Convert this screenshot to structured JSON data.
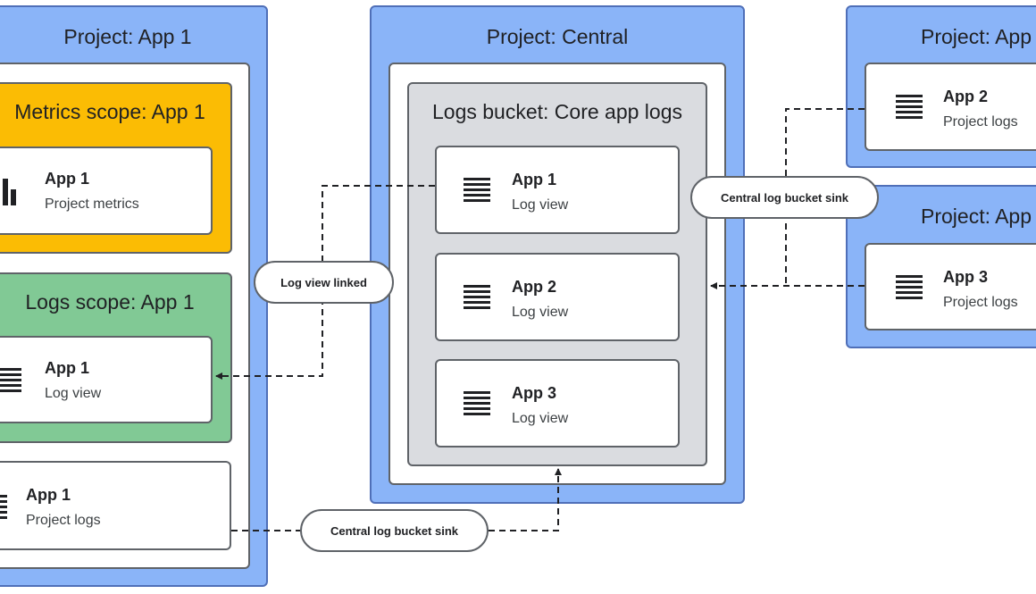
{
  "projects": {
    "app1": "Project: App 1",
    "central": "Project: Central",
    "app2": "Project: App",
    "app3": "Project: App"
  },
  "scopes": {
    "metrics": "Metrics scope: App 1",
    "logs": "Logs scope: App 1",
    "bucket": "Logs bucket: Core app logs"
  },
  "cards": {
    "metrics_app1": {
      "title": "App 1",
      "sub": "Project metrics"
    },
    "logs_app1": {
      "title": "App 1",
      "sub": "Log view"
    },
    "plogs_app1": {
      "title": "App 1",
      "sub": "Project logs"
    },
    "bucket_app1": {
      "title": "App 1",
      "sub": "Log view"
    },
    "bucket_app2": {
      "title": "App 2",
      "sub": "Log view"
    },
    "bucket_app3": {
      "title": "App 3",
      "sub": "Log view"
    },
    "plogs_app2": {
      "title": "App 2",
      "sub": "Project logs"
    },
    "plogs_app3": {
      "title": "App 3",
      "sub": "Project logs"
    }
  },
  "labels": {
    "log_view_linked": "Log view linked",
    "sink_bottom": "Central log bucket sink",
    "sink_right": "Central log bucket sink"
  },
  "icons": {
    "metrics": "bar-chart-icon",
    "logs": "log-lines-icon"
  },
  "colors": {
    "project": "#8ab4f8",
    "metrics_scope": "#fbbc04",
    "logs_scope": "#81c995",
    "bucket": "#dadce0"
  }
}
